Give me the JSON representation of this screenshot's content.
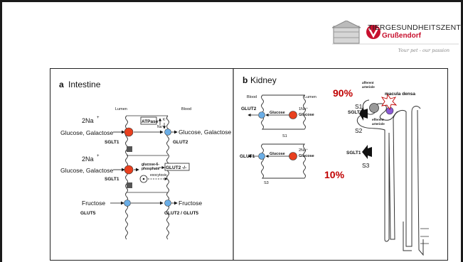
{
  "logo": {
    "brand": "TIERGESUNDHEITSZENTRUM",
    "town": "Grußendorf",
    "tagline": "Your pet - our passion"
  },
  "panel_a": {
    "letter": "a",
    "title": "Intestine",
    "lumen": "Lumen",
    "blood": "Blood",
    "na2_1": "2Na",
    "plus": "+",
    "glc_gal_1": "Glucose, Galactose",
    "sglt1_1": "SGLT1",
    "atpase": "ATPase",
    "k": "K⁺",
    "na": "Na⁺",
    "glc_gal_out": "Glucose, Galactose",
    "glut2": "GLUT2",
    "na2_2": "2Na",
    "glc_gal_2": "Glucose, Galactose",
    "sglt1_2": "SGLT1",
    "g6p_1": "glucose-6-",
    "g6p_2": "phosphate",
    "glut2_ko": "GLUT2 -/-",
    "exocytosis": "exocytosis",
    "fructose_in": "Fructose",
    "glut5": "GLUT5",
    "fructose_out": "Fructose",
    "glut2_glut5": "GLUT2 / GLUT5"
  },
  "panel_b": {
    "letter": "b",
    "title": "Kidney",
    "blood": "Blood",
    "lumen": "Lumen",
    "glut2": "GLUT2",
    "glucose_1a": "Glucose",
    "na1": "1Na⁺",
    "glucose_1b": "Glucose",
    "s1_cell": "S1",
    "glut1": "GLUT1",
    "glucose_2a": "Glucose",
    "na2": "2Na⁺",
    "glucose_2b": "Glucose",
    "s3_cell": "S3",
    "pct_90": "90%",
    "pct_10": "10%",
    "s1": "S1",
    "s2": "S2",
    "s3": "S3",
    "sglt2": "SGLT2",
    "sglt1": "SGLT1",
    "afferent": "afferent",
    "arteriole_1": "arteriole",
    "efferent": "efferent",
    "arteriole_2": "arteriole",
    "macula": "macula densa"
  },
  "colors": {
    "transporter_red": "#e8401f",
    "transporter_blue": "#6baee6",
    "percent_red": "#c00000",
    "macula": "#8a5bd6"
  }
}
